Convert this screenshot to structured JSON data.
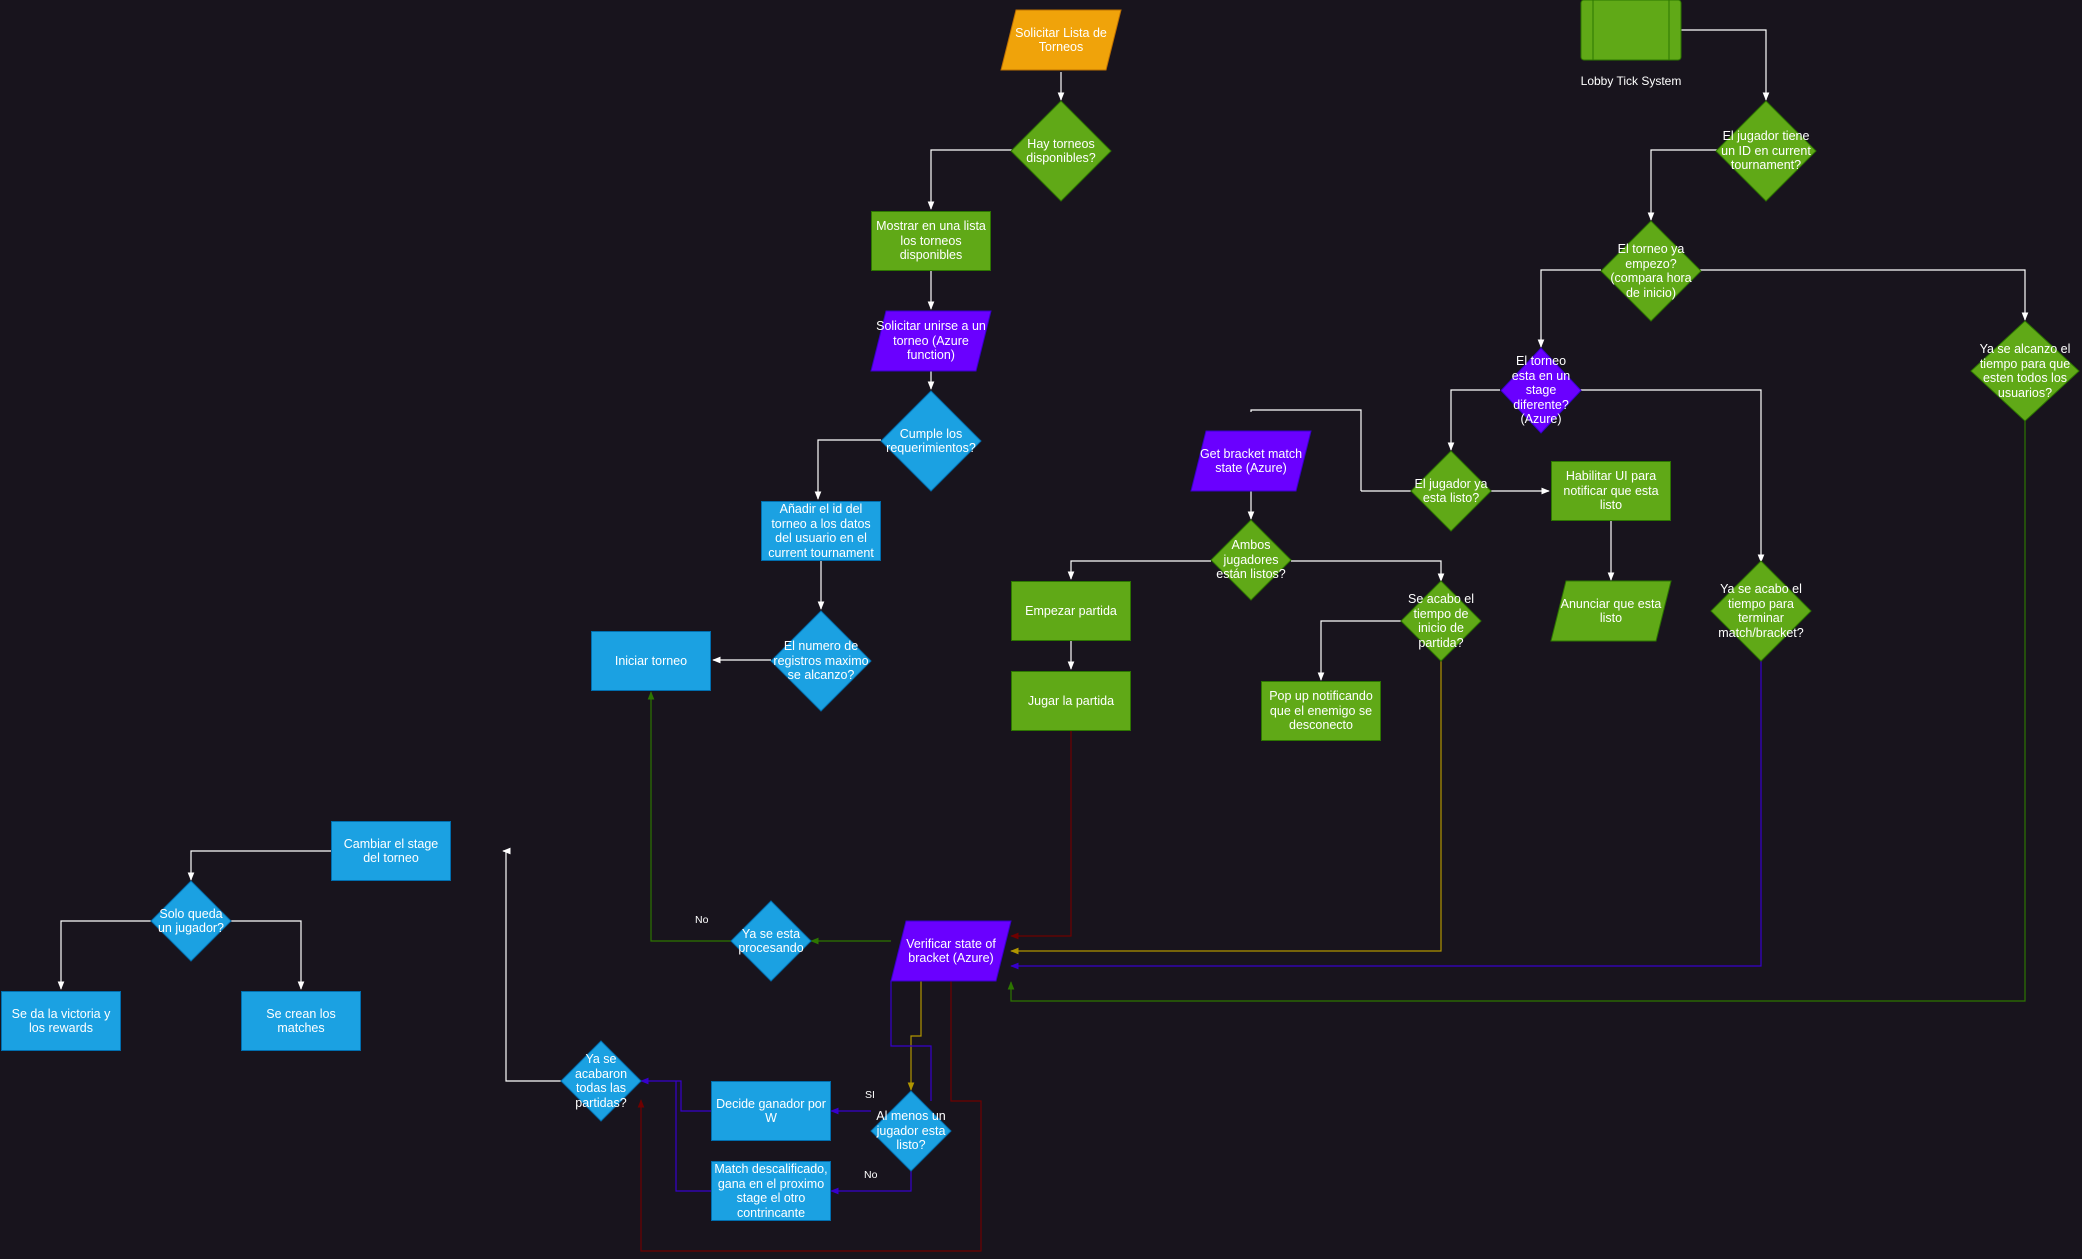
{
  "colors": {
    "background": "#18141d",
    "blue_fill": "#1ba1e2",
    "green_fill": "#60a917",
    "purple_fill": "#6a00ff",
    "orange_fill": "#f0a30a",
    "edge_white": "#ffffff",
    "edge_green": "#2d7600",
    "edge_red": "#6f0000",
    "edge_yellow": "#b09500",
    "edge_purple": "#3700cc"
  },
  "nodes": {
    "solicitar_lista": "Solicitar Lista de Torneos",
    "hay_torneos": "Hay torneos disponibles?",
    "mostrar_lista": "Mostrar en una lista los torneos disponibles",
    "solicitar_unirse": "Solicitar unirse a un torneo (Azure function)",
    "cumple_requerimientos": "Cumple los requerimientos?",
    "anadir_id": "Añadir el id del torneo a los datos del usuario en el current tournament",
    "numero_registros": "El numero de registros maximo se alcanzo?",
    "iniciar_torneo": "Iniciar torneo",
    "lobby_tick": "Lobby Tick System",
    "jugador_tiene_id": "El jugador tiene un ID en current tournament?",
    "torneo_empezo": "El torneo ya empezo? (compara hora de inicio)",
    "torneo_stage_diferente": "El torneo esta en un stage diferente? (Azure)",
    "alcanzo_tiempo": "Ya se alcanzo el tiempo para que esten todos los usuarios?",
    "get_bracket": "Get bracket match state (Azure)",
    "jugador_listo": "El jugador ya esta listo?",
    "habilitar_ui": "Habilitar UI para notificar que esta listo",
    "ambos_listos": "Ambos jugadores están listos?",
    "anunciar_listo": "Anunciar que esta listo",
    "acabo_tiempo_terminar": "Ya se acabo el tiempo para terminar match/bracket?",
    "empezar_partida": "Empezar partida",
    "acabo_tiempo_inicio": "Se acabo el tiempo de inicio de partida?",
    "jugar_partida": "Jugar la partida",
    "popup_notificando": "Pop up notificando que el enemigo se desconecto",
    "cambiar_stage": "Cambiar el stage del torneo",
    "solo_queda": "Solo queda un jugador?",
    "victoria_rewards": "Se da la victoria y los rewards",
    "crean_matches": "Se crean los matches",
    "esta_procesando": "Ya se esta procesando",
    "verificar_state": "Verificar state of bracket (Azure)",
    "acabaron_partidas": "Ya se acabaron todas las partidas?",
    "decide_ganador": "Decide ganador por W",
    "al_menos_uno": "Al menos un jugador esta listo?",
    "match_descalificado": "Match descalificado, gana en el proximo stage el otro contrincante"
  },
  "edge_labels": {
    "no_procesando": "No",
    "si_ganador": "SI",
    "no_descalificado": "No"
  }
}
